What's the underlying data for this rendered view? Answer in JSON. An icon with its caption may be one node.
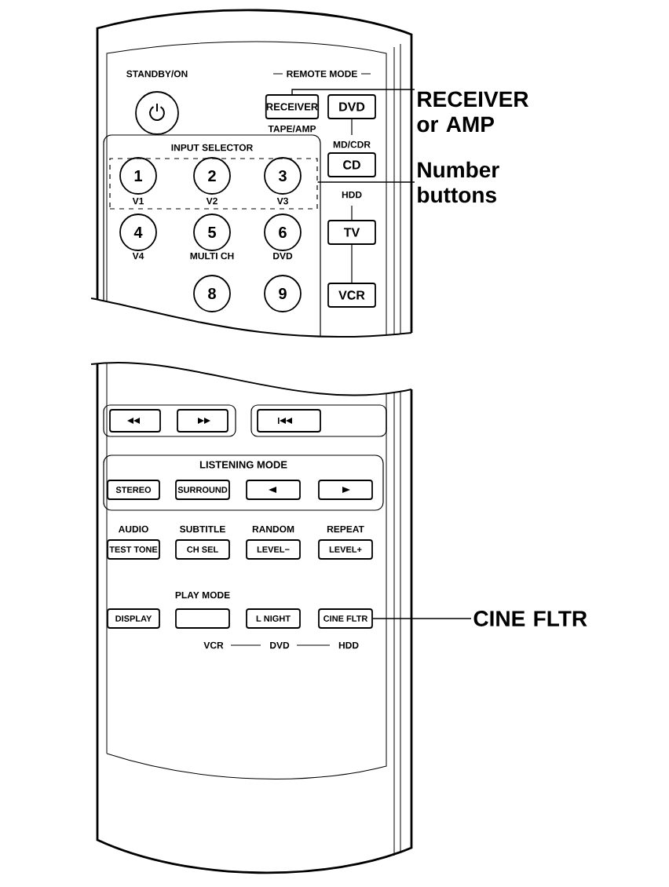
{
  "diagram": {
    "nodes": [
      {
        "text": [
          "RECEIVER or AMP"
        ]
      },
      {
        "text": [
          "Number buttons"
        ]
      },
      {
        "text": [
          "CINE FLTR"
        ]
      },
      {
        "text": [],
        "shape": "circle"
      },
      {
        "text": [
          "RECEIVER"
        ]
      },
      {
        "text": [
          "DVD"
        ]
      },
      {
        "text": [
          "CD"
        ]
      },
      {
        "text": [],
        "shape": "box"
      },
      {
        "text": [
          "1"
        ],
        "in": 7
      },
      {
        "text": [
          "2"
        ],
        "in": 7
      },
      {
        "text": [
          "3"
        ],
        "in": 7
      },
      {
        "text": [
          "TV"
        ]
      },
      {
        "text": [
          "4"
        ]
      },
      {
        "text": [
          "5"
        ]
      },
      {
        "text": [
          "6"
        ]
      },
      {
        "text": [
          "VCR"
        ]
      },
      {
        "text": [
          "8"
        ]
      },
      {
        "text": [
          "9"
        ]
      },
      {
        "text": [],
        "shape": "box"
      },
      {
        "text": [],
        "shape": "box"
      },
      {
        "text": [],
        "shape": "box"
      },
      {
        "text": [
          "LISTENING MODE"
        ]
      },
      {
        "text": [
          "STEREO"
        ],
        "in": 21
      },
      {
        "text": [
          "SURROUND"
        ],
        "in": 21
      },
      {
        "text": [],
        "shape": "box",
        "in": 21
      },
      {
        "text": [],
        "shape": "box",
        "in": 21
      },
      {
        "text": [
          "TEST TONE"
        ]
      },
      {
        "text": [
          "CH SEL"
        ]
      },
      {
        "text": [
          "LEVEL−"
        ]
      },
      {
        "text": [
          "LEVEL+"
        ]
      },
      {
        "text": [
          "DISPLAY"
        ]
      },
      {
        "text": [],
        "shape": "box"
      },
      {
        "text": [
          "L NIGHT"
        ]
      },
      {
        "text": [
          "CINE FLTR"
        ]
      }
    ],
    "edges": [
      {
        "from": 0,
        "to": 4,
        "arrow": "none"
      },
      {
        "from": 1,
        "to": 7,
        "arrow": "none"
      },
      {
        "from": 2,
        "to": 33,
        "arrow": "none"
      }
    ],
    "labels": [
      "STANDBY/ON",
      "REMOTE MODE",
      "TAPE/AMP",
      "MD/CDR",
      "INPUT SELECTOR",
      "HDD",
      "V1",
      "V2",
      "V3",
      "V4",
      "MULTI CH",
      "DVD",
      "AUDIO",
      "SUBTITLE",
      "RANDOM",
      "REPEAT",
      "PLAY MODE",
      "VCR",
      "DVD",
      "HDD"
    ]
  }
}
